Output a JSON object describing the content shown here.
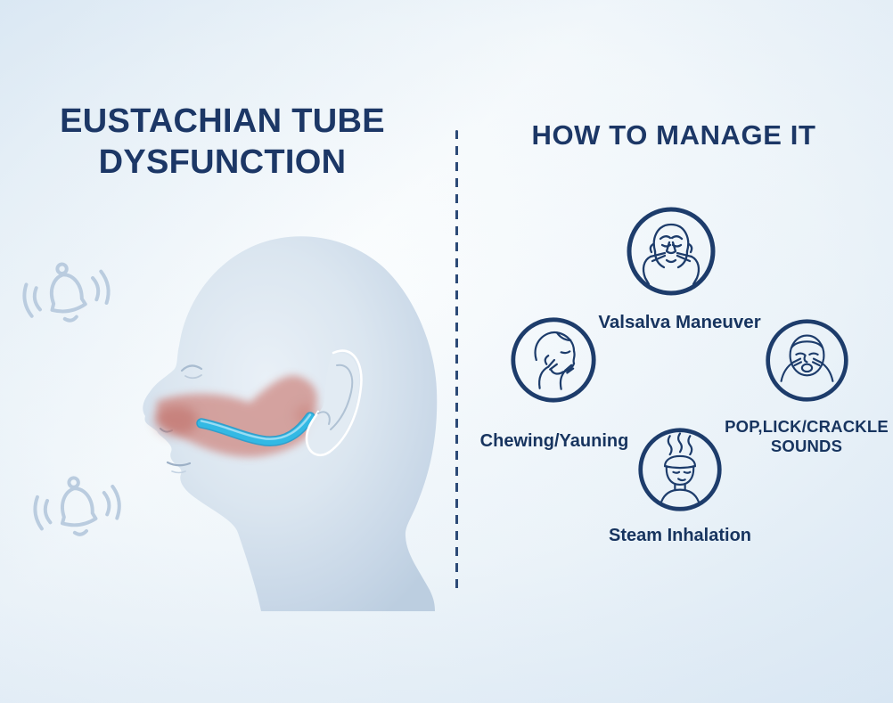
{
  "palette": {
    "navy": "#1c3766",
    "label_navy": "#17345f",
    "icon_line_navy": "#1d3c6b",
    "tube_cyan": "#33b9e4",
    "inflamed_pink": "#d0908a",
    "head_fill": "#cfdcea",
    "bell_blue": "#b6c9dd",
    "background_center": "#fbfdfe",
    "background_edge": "#d6e4f1"
  },
  "left_panel": {
    "title_line1": "EUSTACHIAN TUBE",
    "title_line2": "DYSFUNCTION",
    "illustration_name": "head-profile-with-inflamed-eustachian-tube",
    "decorations": [
      "ringing-bell-icon",
      "ringing-bell-icon"
    ]
  },
  "right_panel": {
    "heading": "HOW TO MANAGE IT",
    "items": [
      {
        "icon": "valsalva-maneuver-icon",
        "label": "Valsalva Maneuver"
      },
      {
        "icon": "chewing-yawning-icon",
        "label": "Chewing/Yauning"
      },
      {
        "icon": "pop-click-crackle-icon",
        "label": "POP,LICK/CRACKLE SOUNDS"
      },
      {
        "icon": "steam-inhalation-icon",
        "label": "Steam Inhalation"
      }
    ]
  }
}
